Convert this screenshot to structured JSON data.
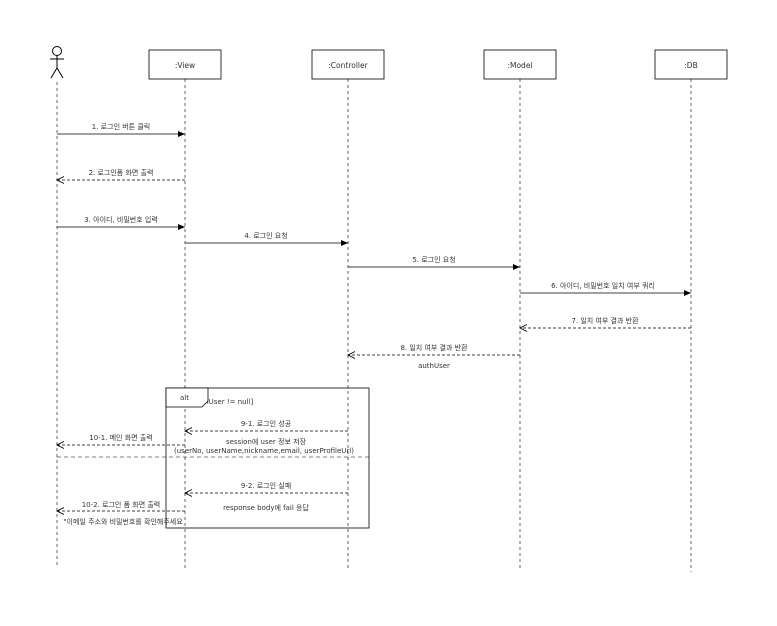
{
  "participants": [
    {
      "id": "actor",
      "label": ""
    },
    {
      "id": "view",
      "label": ":View"
    },
    {
      "id": "controller",
      "label": ":Controller"
    },
    {
      "id": "model",
      "label": ":Model"
    },
    {
      "id": "db",
      "label": ":DB"
    }
  ],
  "messages": [
    {
      "label": "1. 로그인 버튼 클릭",
      "from": "actor",
      "to": "view",
      "type": "sync"
    },
    {
      "label": "2. 로그인폼 화면 출력",
      "from": "view",
      "to": "actor",
      "type": "return"
    },
    {
      "label": "3. 아이디, 비밀번호 입력",
      "from": "actor",
      "to": "view",
      "type": "sync"
    },
    {
      "label": "4. 로그인 요청",
      "from": "view",
      "to": "controller",
      "type": "sync"
    },
    {
      "label": "5. 로그인 요청",
      "from": "controller",
      "to": "model",
      "type": "sync"
    },
    {
      "label": "6. 아이디, 비밀번호 일치 여부 쿼리",
      "from": "model",
      "to": "db",
      "type": "sync"
    },
    {
      "label": "7. 일치 여부 결과 반환",
      "from": "db",
      "to": "model",
      "type": "return"
    },
    {
      "label": "8. 일치 여부 결과 반환",
      "from": "model",
      "to": "controller",
      "type": "return"
    },
    {
      "label": "9-1. 로그인 성공",
      "from": "controller",
      "to": "view",
      "type": "return"
    },
    {
      "label": "10-1. 메인 화면 출력",
      "from": "view",
      "to": "actor",
      "type": "return"
    },
    {
      "label": "9-2. 로그인 실패",
      "from": "controller",
      "to": "view",
      "type": "return"
    },
    {
      "label": "10-2. 로그인 폼 화면 출력",
      "from": "view",
      "to": "actor",
      "type": "return"
    }
  ],
  "notes": {
    "auth_user": "authUser",
    "session_line1": "session에 user 정보 저장",
    "session_line2": "(userNo, userName,nickname,email, userProfileUrl)",
    "response_fail": "response body에 fail 응답",
    "alert_text": "\"이메일 주소와 비밀번호를 확인해주세요"
  },
  "alt_fragment": {
    "tag": "alt",
    "guard": "[authUser != null]"
  }
}
